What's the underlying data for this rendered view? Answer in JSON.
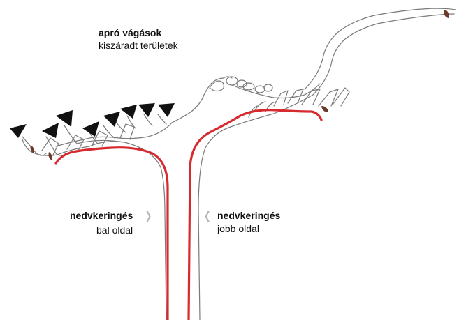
{
  "labels": {
    "top_title": "apró vágások",
    "top_subtitle": "kiszáradt területek",
    "left_title": "nedvkeringés",
    "left_subtitle": "bal oldal",
    "right_title": "nedvkeringés",
    "right_subtitle": "jobb oldal"
  },
  "colors": {
    "sap_flow": "#d62a2f",
    "vine_outline": "#7a7a7a",
    "cut_marker": "#111111",
    "dry_tip": "#6b3a2a",
    "chevron": "#b5b5b5"
  },
  "icons": {
    "left_pointer": "chevron-right-icon",
    "right_pointer": "chevron-left-icon"
  }
}
